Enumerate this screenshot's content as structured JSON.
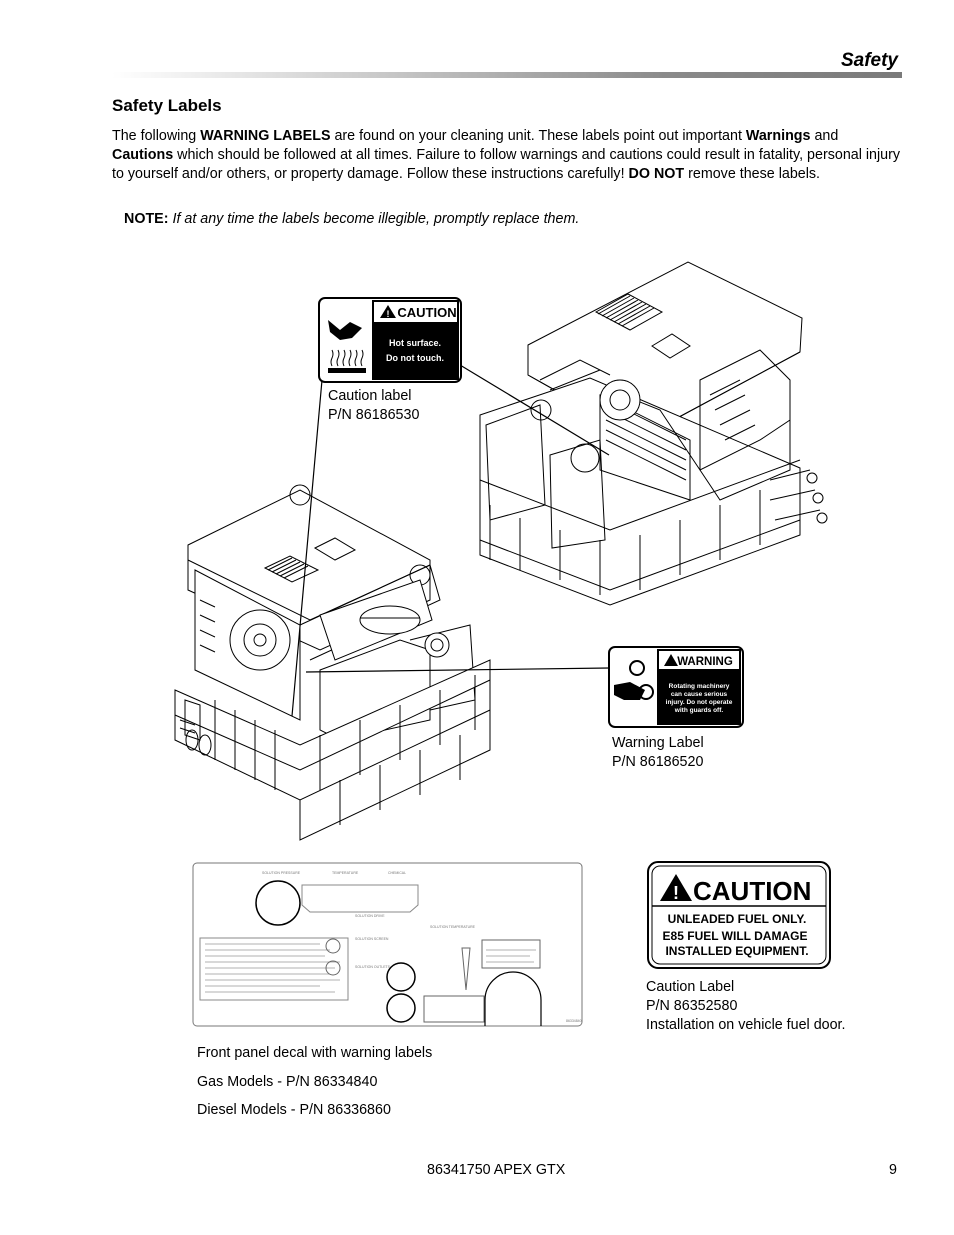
{
  "header": {
    "title": "Safety"
  },
  "section": {
    "title": "Safety Labels"
  },
  "intro": {
    "t1": "The following ",
    "b1": "WARNING LABELS",
    "t2": " are found on your cleaning unit. These labels point out important ",
    "b2": "Warnings",
    "t3": " and ",
    "b3": "Cautions",
    "t4": " which should be followed at all times. Failure to follow warnings and cautions could result in fatality, personal injury to yourself and/or others, or property damage. Follow these instructions carefully! ",
    "b4": "DO NOT",
    "t5": " remove these labels."
  },
  "note": {
    "label": "NOTE:",
    "text": "If at any time the labels become illegible, promptly replace them."
  },
  "caution_decal": {
    "header": "CAUTION",
    "line1": "Hot surface.",
    "line2": "Do not touch."
  },
  "caution_label_caption": {
    "line1": "Caution label",
    "line2": "P/N 86186530"
  },
  "warning_decal": {
    "header": "WARNING",
    "line1": "Rotating machinery",
    "line2": "can cause serious",
    "line3": "injury. Do not operate",
    "line4": "with guards off."
  },
  "warning_label_caption": {
    "line1": "Warning Label",
    "line2": "P/N 86186520"
  },
  "fuel_decal": {
    "header": "CAUTION",
    "line1": "UNLEADED FUEL ONLY.",
    "line2": "E85 FUEL WILL DAMAGE",
    "line3": "INSTALLED EQUIPMENT."
  },
  "fuel_label_caption": {
    "line1": "Caution Label",
    "line2": "P/N 86352580",
    "line3": "Installation on vehicle fuel door."
  },
  "front_panel_caption": {
    "line1": "Front panel decal with warning labels",
    "line2": "Gas Models - P/N 86334840",
    "line3": "Diesel Models - P/N 86336860"
  },
  "footer": {
    "doc": "86341750  APEX GTX",
    "page": "9"
  }
}
